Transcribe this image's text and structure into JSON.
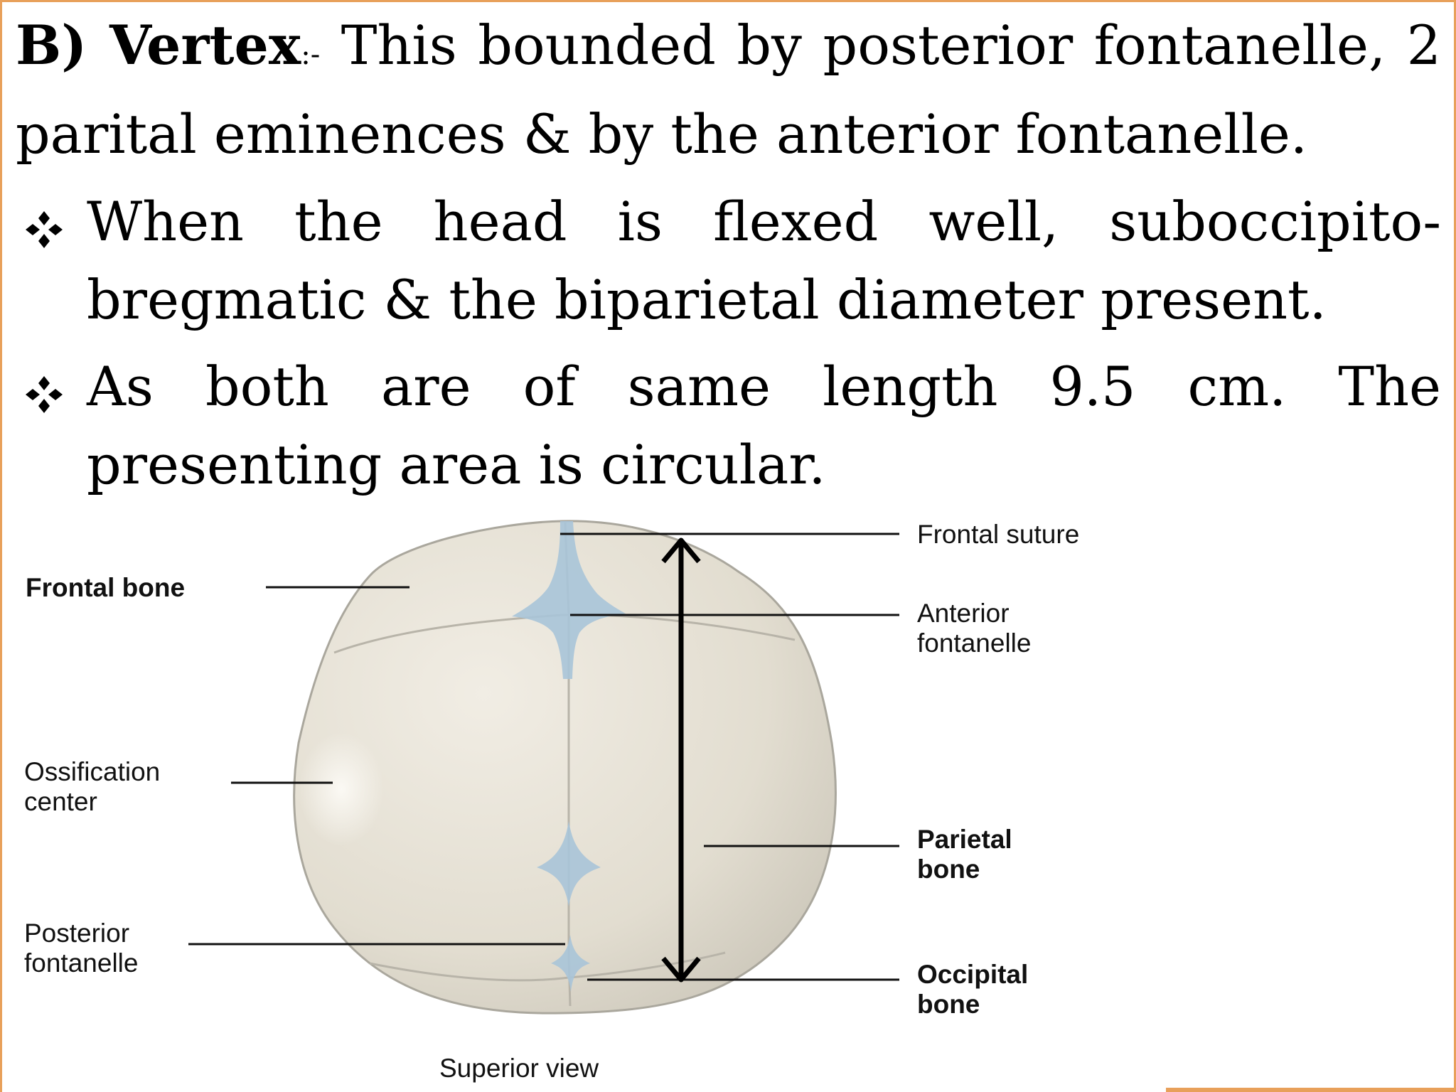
{
  "slide": {
    "heading_label": "B) Vertex",
    "heading_separator": ":-",
    "heading_text": " This bounded by posterior fontanelle, 2 parital eminences & by the anterior fontanelle.",
    "bullets": [
      "When the head is flexed well, suboccipito-bregmatic & the biparietal diameter present.",
      "As both are of same length 9.5 cm. The presenting area is circular."
    ]
  },
  "diagram": {
    "labels": {
      "frontal_bone": "Frontal bone",
      "ossification_center_line1": "Ossification",
      "ossification_center_line2": "center",
      "posterior_fontanelle_line1": "Posterior",
      "posterior_fontanelle_line2": "fontanelle",
      "frontal_suture": "Frontal suture",
      "anterior_fontanelle_line1": "Anterior",
      "anterior_fontanelle_line2": "fontanelle",
      "parietal_bone_line1": "Parietal",
      "parietal_bone_line2": "bone",
      "occipital_bone_line1": "Occipital",
      "occipital_bone_line2": "bone",
      "caption": "Superior view"
    },
    "colors": {
      "bone": "#e2ddd0",
      "bone_edge": "#aaa79d",
      "fontanelle": "#a9c4d8",
      "accent_border": "#e8a05a"
    }
  }
}
